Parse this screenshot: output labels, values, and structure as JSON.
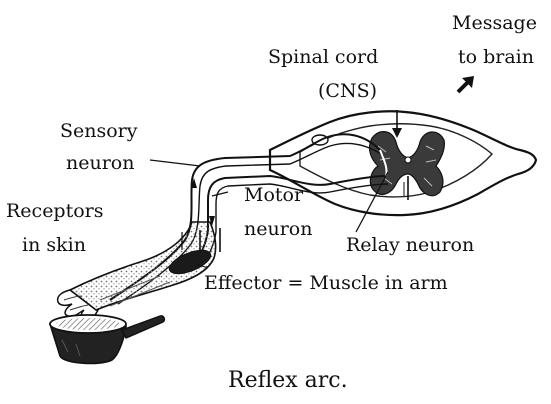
{
  "labels": {
    "message_line1": "Message",
    "message_line2": "to brain",
    "spinal_line1": "Spinal cord",
    "spinal_line2": "(CNS)",
    "sensory_line1": "Sensory",
    "sensory_line2": "neuron",
    "motor_line1": "Motor",
    "motor_line2": "neuron",
    "receptors_line1": "Receptors",
    "receptors_line2": "in skin",
    "relay": "Relay neuron",
    "effector": "Effector = Muscle in arm"
  },
  "caption": "Reflex arc.",
  "colors": {
    "ink": "#111111",
    "grey_matter": "#3a3a3a",
    "muscle": "#1a1a1a",
    "arm_shading": "#9a9a9a",
    "background": "#ffffff"
  }
}
